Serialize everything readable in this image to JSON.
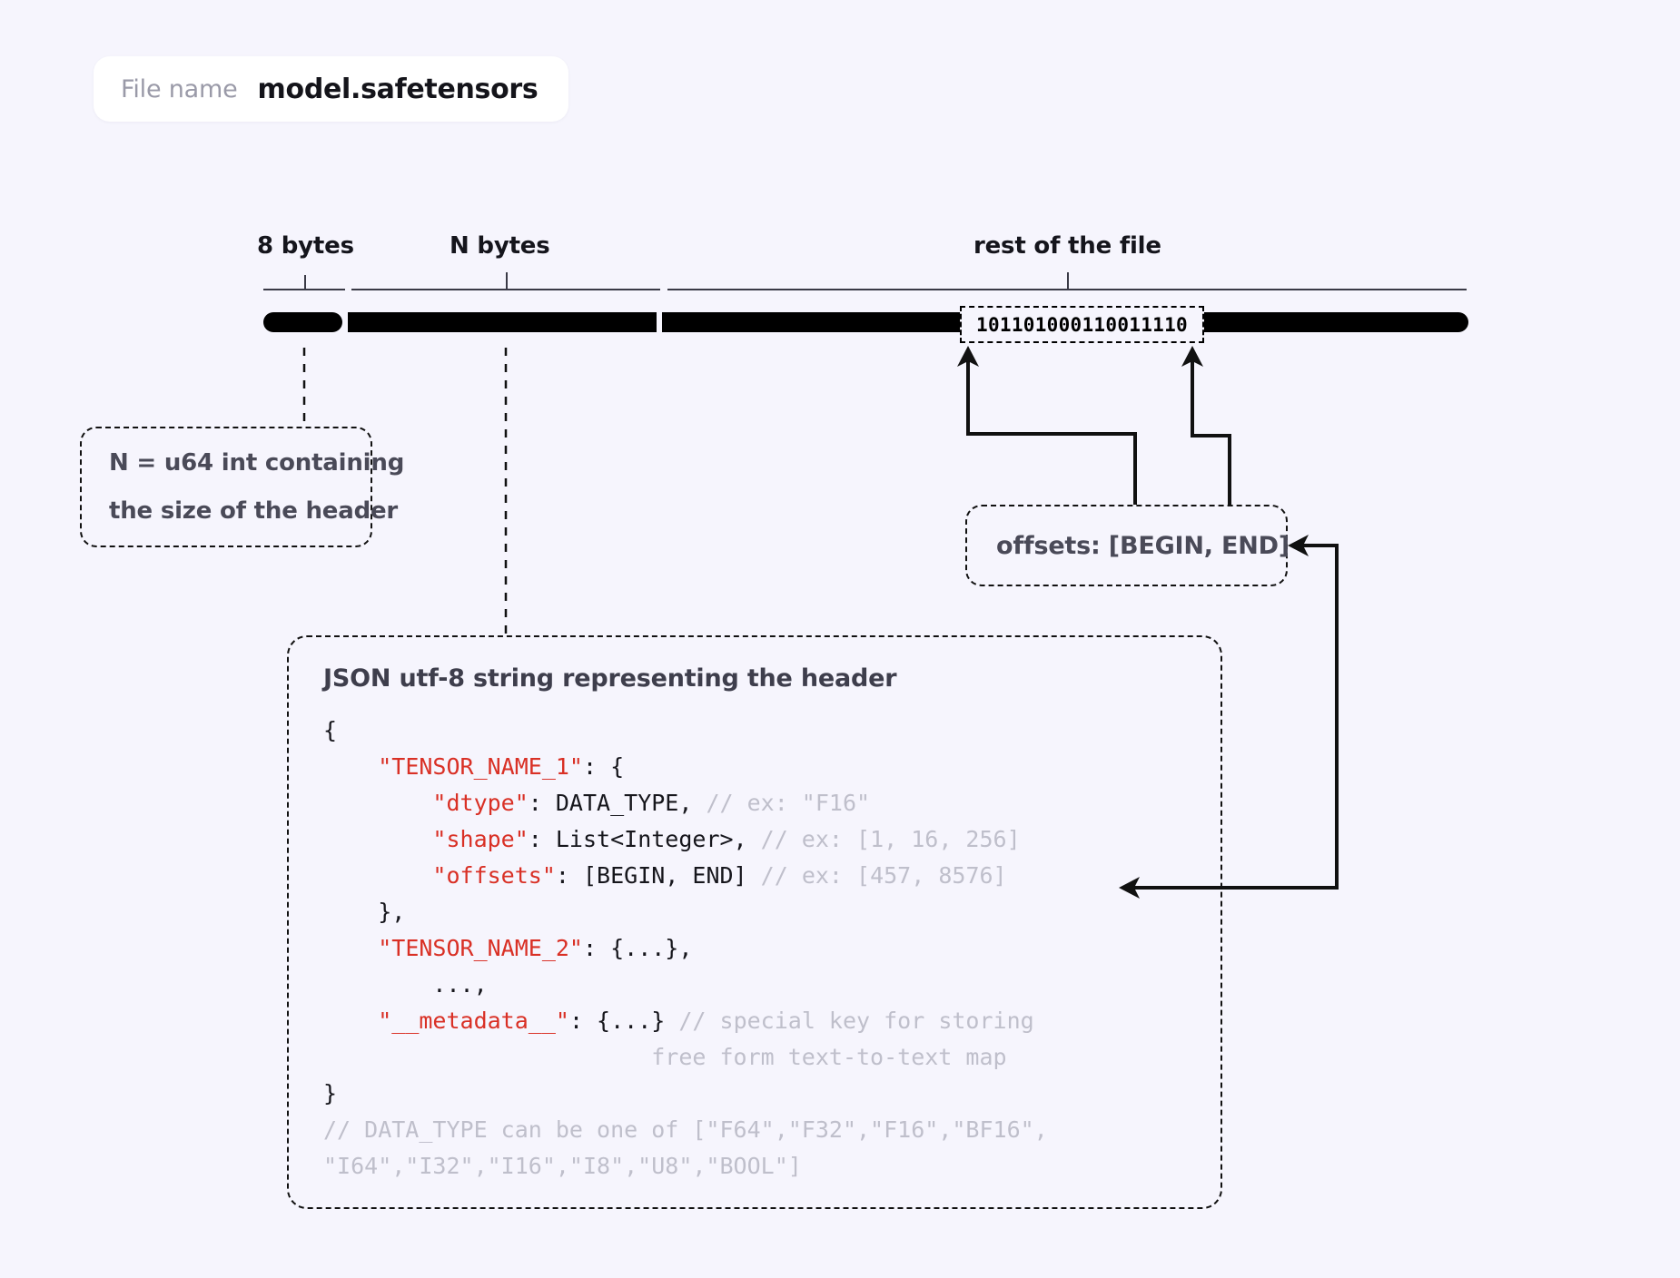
{
  "page": {
    "background_color": "#f6f5fd",
    "accent_red": "#d93025",
    "text_color": "#2b2b33",
    "muted_color": "#bfbfcb"
  },
  "filename_pill": {
    "label": "File name",
    "value": "model.safetensors"
  },
  "ruler": {
    "segments": [
      {
        "label": "8 bytes"
      },
      {
        "label": "N bytes"
      },
      {
        "label": "rest of the file"
      }
    ]
  },
  "binary_box": {
    "value": "101101000110011110"
  },
  "n_callout": {
    "line1": "N = u64 int containing",
    "line2": "the size of the header"
  },
  "offsets_callout": {
    "text": "offsets: [BEGIN, END]"
  },
  "json_panel": {
    "title": "JSON utf-8 string representing the header",
    "lines": [
      {
        "segments": [
          {
            "t": "{",
            "c": "p"
          }
        ]
      },
      {
        "segments": [
          {
            "t": "    ",
            "c": "p"
          },
          {
            "t": "\"TENSOR_NAME_1\"",
            "c": "k"
          },
          {
            "t": ": {",
            "c": "p"
          }
        ]
      },
      {
        "segments": [
          {
            "t": "        ",
            "c": "p"
          },
          {
            "t": "\"dtype\"",
            "c": "k"
          },
          {
            "t": ": DATA_TYPE, ",
            "c": "p"
          },
          {
            "t": "// ex: \"F16\"",
            "c": "c"
          }
        ]
      },
      {
        "segments": [
          {
            "t": "        ",
            "c": "p"
          },
          {
            "t": "\"shape\"",
            "c": "k"
          },
          {
            "t": ": List<Integer>, ",
            "c": "p"
          },
          {
            "t": "// ex: [1, 16, 256]",
            "c": "c"
          }
        ]
      },
      {
        "segments": [
          {
            "t": "        ",
            "c": "p"
          },
          {
            "t": "\"offsets\"",
            "c": "k"
          },
          {
            "t": ": [BEGIN, END] ",
            "c": "p"
          },
          {
            "t": "// ex: [457, 8576]",
            "c": "c"
          }
        ]
      },
      {
        "segments": [
          {
            "t": "    },",
            "c": "p"
          }
        ]
      },
      {
        "segments": [
          {
            "t": "    ",
            "c": "p"
          },
          {
            "t": "\"TENSOR_NAME_2\"",
            "c": "k"
          },
          {
            "t": ": {...},",
            "c": "p"
          }
        ]
      },
      {
        "segments": [
          {
            "t": "        ...,",
            "c": "p"
          }
        ]
      },
      {
        "segments": [
          {
            "t": "    ",
            "c": "p"
          },
          {
            "t": "\"__metadata__\"",
            "c": "k"
          },
          {
            "t": ": {...} ",
            "c": "p"
          },
          {
            "t": "// special key for storing",
            "c": "c"
          }
        ]
      },
      {
        "segments": [
          {
            "t": "                        ",
            "c": "p"
          },
          {
            "t": "free form text-to-text map",
            "c": "c"
          }
        ]
      },
      {
        "segments": [
          {
            "t": "}",
            "c": "p"
          }
        ]
      },
      {
        "segments": [
          {
            "t": "// DATA_TYPE can be one of [\"F64\",\"F32\",\"F16\",\"BF16\",",
            "c": "c"
          }
        ]
      },
      {
        "segments": [
          {
            "t": "\"I64\",\"I32\",\"I16\",\"I8\",\"U8\",\"BOOL\"]",
            "c": "c"
          }
        ]
      }
    ]
  }
}
